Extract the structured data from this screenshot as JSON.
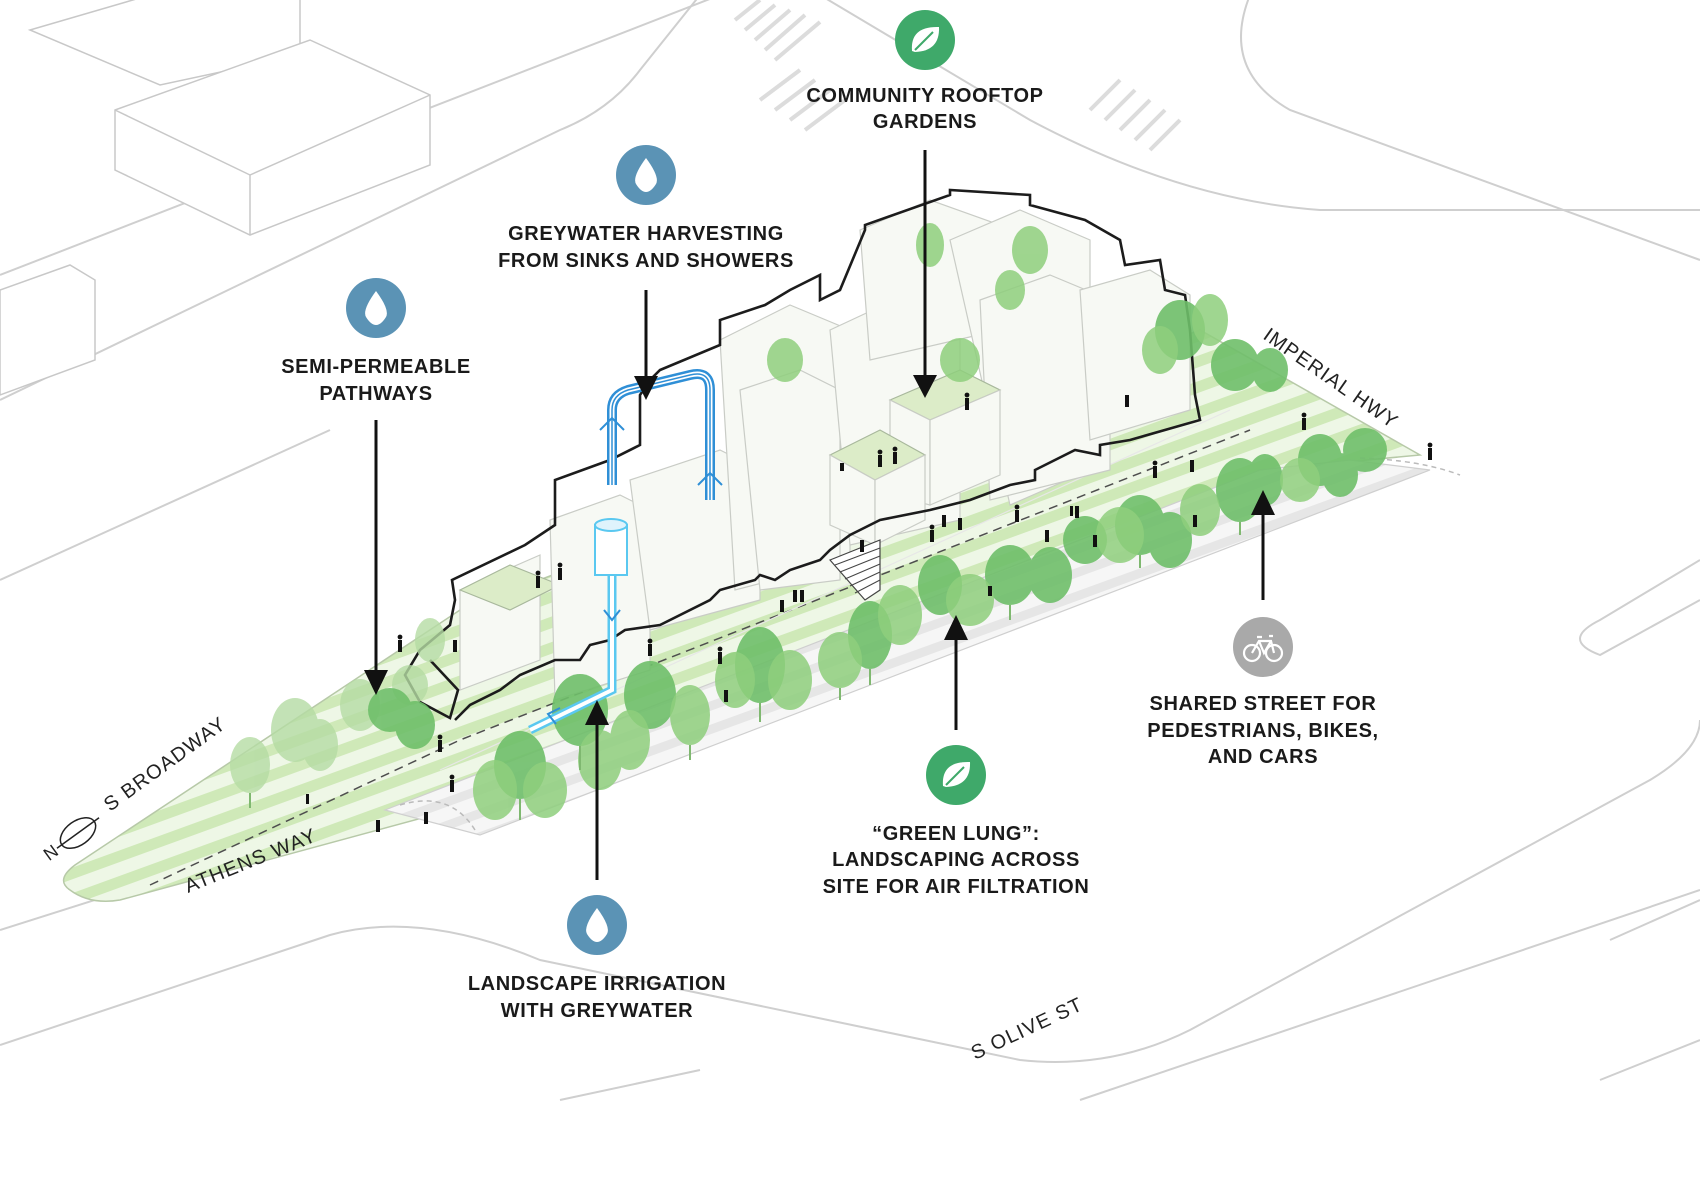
{
  "callouts": {
    "rooftop": {
      "icon": "leaf-icon",
      "line1": "COMMUNITY ROOFTOP",
      "line2": "GARDENS"
    },
    "greywater": {
      "icon": "water-drop-icon",
      "line1": "GREYWATER HARVESTING",
      "line2": "FROM SINKS AND SHOWERS"
    },
    "pathways": {
      "icon": "water-drop-icon",
      "line1": "SEMI-PERMEABLE",
      "line2": "PATHWAYS"
    },
    "shared_street": {
      "icon": "bicycle-icon",
      "line1": "SHARED STREET FOR",
      "line2": "PEDESTRIANS, BIKES,",
      "line3": "AND CARS"
    },
    "green_lung": {
      "icon": "leaf-icon",
      "line1": "“GREEN LUNG”:",
      "line2": "LANDSCAPING ACROSS",
      "line3": "SITE FOR AIR FILTRATION"
    },
    "irrigation": {
      "icon": "water-drop-icon",
      "line1": "LANDSCAPE IRRIGATION",
      "line2": "WITH GREYWATER"
    }
  },
  "streets": {
    "broadway": "S BROADWAY",
    "athens": "ATHENS WAY",
    "imperial": "IMPERIAL HWY",
    "olive": "S OLIVE ST"
  },
  "north_marker": "N",
  "colors": {
    "green_icon": "#3fa96a",
    "blue_icon": "#5b93b5",
    "grey_icon": "#a9a9a9",
    "landscape_green": "#c9e6b3",
    "pipe_blue": "#2f8fd6",
    "pipe_light": "#5ac8f0",
    "building_outline": "#1c1c1c"
  }
}
